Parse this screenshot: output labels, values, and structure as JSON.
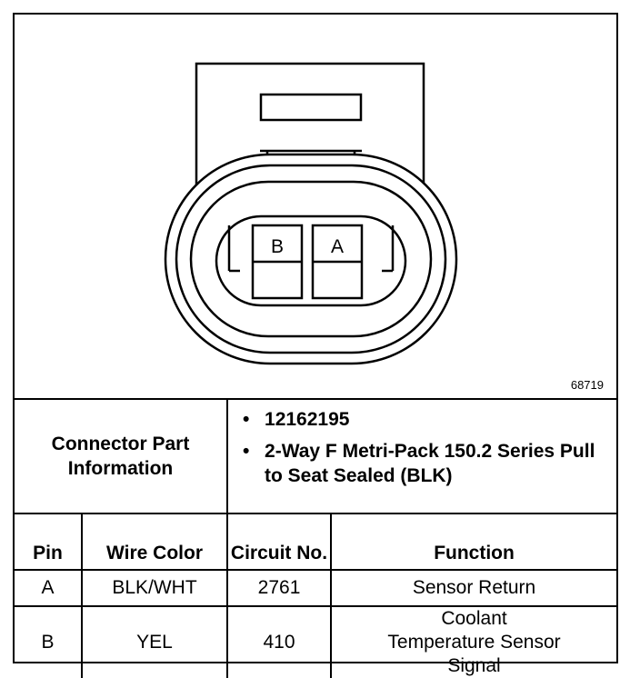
{
  "figure_number": "68719",
  "pins": {
    "left": "B",
    "right": "A"
  },
  "connector_info": {
    "label": "Connector Part Information",
    "items": [
      "12162195",
      "2-Way F Metri-Pack 150.2 Series Pull to Seat Sealed (BLK)"
    ]
  },
  "table": {
    "headers": {
      "pin": "Pin",
      "wire_color": "Wire Color",
      "circuit": "Circuit No.",
      "function": "Function"
    },
    "rows": [
      {
        "pin": "A",
        "wire_color": "BLK/WHT",
        "circuit": "2761",
        "function": "Sensor Return"
      },
      {
        "pin": "B",
        "wire_color": "YEL",
        "circuit": "410",
        "function": "Coolant Temperature Sensor Signal"
      }
    ]
  }
}
